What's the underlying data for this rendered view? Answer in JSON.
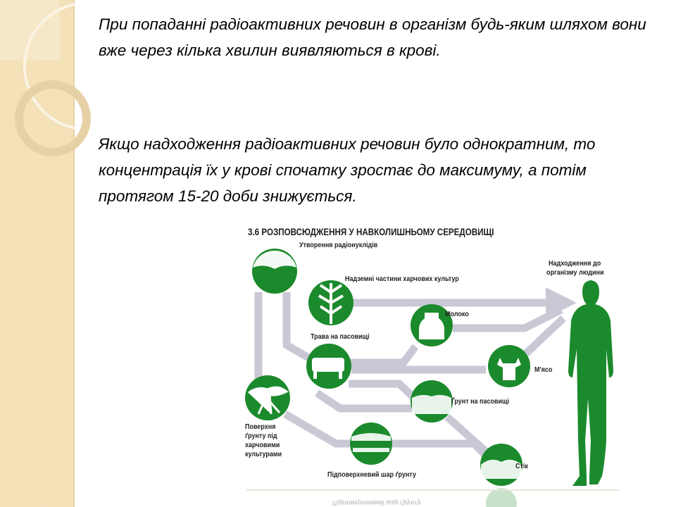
{
  "slide": {
    "paragraphs": [
      "При попаданні радіоактивних речовин в організм будь-яким шляхом вони вже через кілька хвилин виявляються в крові.",
      "Якщо надходження радіоактивних речовин було однократним, то концентрація їх у крові спочатку зростає до максимуму, а потім протягом 15-20 доби знижується."
    ]
  },
  "diagram": {
    "title": "3.6 РОЗПОВСЮДЖЕННЯ У НАВКОЛИШНЬОМУ СЕРЕДОВИЩІ",
    "labels": {
      "formation": "Утворення радіонуклідів",
      "crops": "Надземні частини харчових культур",
      "human_1": "Надходження до",
      "human_2": "організму людини",
      "milk": "Молоко",
      "grass": "Трава на пасовищі",
      "meat": "М'ясо",
      "pasture_soil": "Ґрунт на пасовищі",
      "surface_1": "Поверхня",
      "surface_2": "ґрунту під",
      "surface_3": "харчовими",
      "surface_4": "культурами",
      "subsurface": "Підповерхневий шар ґрунту",
      "runoff": "Стік"
    },
    "colors": {
      "green": "#1b8a2c",
      "path": "#c9c9d6"
    }
  }
}
